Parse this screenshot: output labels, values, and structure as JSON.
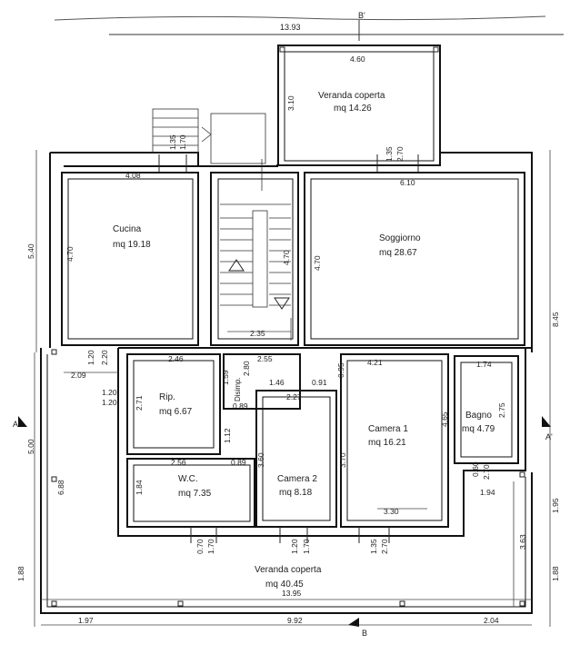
{
  "rooms": {
    "veranda_top": {
      "name": "Veranda coperta",
      "area": "mq 14.26"
    },
    "cucina": {
      "name": "Cucina",
      "area": "mq 19.18"
    },
    "soggiorno": {
      "name": "Soggiorno",
      "area": "mq 28.67"
    },
    "ripostiglio": {
      "name": "Rip.",
      "area": "mq 6.67"
    },
    "disimpegno": {
      "name": "Disimp."
    },
    "camera1": {
      "name": "Camera 1",
      "area": "mq 16.21"
    },
    "bagno": {
      "name": "Bagno",
      "area": "mq 4.79"
    },
    "wc": {
      "name": "W.C.",
      "area": "mq 7.35"
    },
    "camera2": {
      "name": "Camera 2",
      "area": "mq 8.18"
    },
    "veranda_bottom": {
      "name": "Veranda coperta",
      "area": "mq 40.45"
    }
  },
  "dims": {
    "top_total": "13.93",
    "veranda_top_width": "4.60",
    "veranda_top_depth": "3.10",
    "stair_opening_h": "1.35",
    "stair_opening_w": "1.70",
    "veranda_door_h": "1.35",
    "veranda_door_w": "2.70",
    "cucina_width": "4.08",
    "soggiorno_width": "6.10",
    "cucina_depth": "4.70",
    "soggiorno_depth": "4.70",
    "stair_depth": "4.70",
    "left_upper": "5.40",
    "right_total": "8.45",
    "stair_landing": "2.35",
    "cucina_window_w": "1.20",
    "cucina_window_h": "2.20",
    "left_offset": "2.09",
    "rip_width": "2.46",
    "rip_depth": "2.71",
    "disimp_width": "2.55",
    "disimp_depth": "2.80",
    "disimp_door": "1.59",
    "disimp_small": "0.89",
    "hall_width": "1.46",
    "hall_door": "0.91",
    "camera2_width": "2.27",
    "camera1_gap": "0.95",
    "camera1_width": "4.21",
    "bagno_width": "1.74",
    "bagno_depth": "2.75",
    "camera1_depth": "4.65",
    "camera1_depth2": "3.70",
    "camera2_depth": "3.60",
    "left_window_w": "1.20",
    "left_window_h": "1.20",
    "left_mid": "5.00",
    "left_lower": "6.88",
    "left_total_small": "1.12",
    "wc_width": "2.56",
    "wc_door": "0.89",
    "wc_depth": "1.84",
    "bagno_window_h": "0.60",
    "bagno_window_w": "2.70",
    "bagno_bottom": "1.94",
    "camera1_bottom": "3.30",
    "right_lower": "1.95",
    "right_veranda": "3.63",
    "right_base": "1.88",
    "left_base": "1.88",
    "door_wc_h": "0.70",
    "door_wc_w": "1.70",
    "door_c2_h": "1.20",
    "door_c2_w": "1.70",
    "door_c1_h": "1.35",
    "door_c1_w": "2.70",
    "veranda_bottom_width": "13.95",
    "bottom_left": "1.97",
    "bottom_mid": "9.92",
    "bottom_right": "2.04"
  },
  "sections": {
    "a_left": "A",
    "a_right": "A'",
    "b_top": "B'",
    "b_bottom": "B"
  }
}
